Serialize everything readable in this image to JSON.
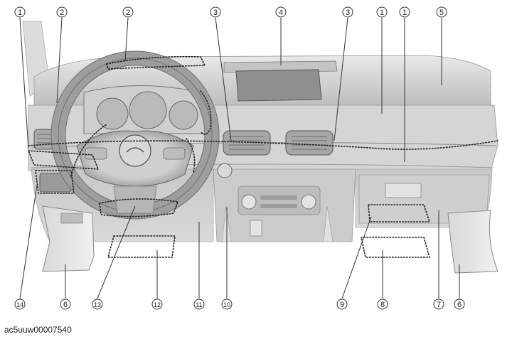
{
  "callouts": {
    "top": [
      "1",
      "2",
      "2",
      "3",
      "4",
      "3",
      "1",
      "1",
      "5"
    ],
    "bottom": [
      "14",
      "6",
      "13",
      "12",
      "11",
      "10",
      "9",
      "8",
      "7",
      "6"
    ]
  },
  "image_code": "ac5uuw00007540"
}
